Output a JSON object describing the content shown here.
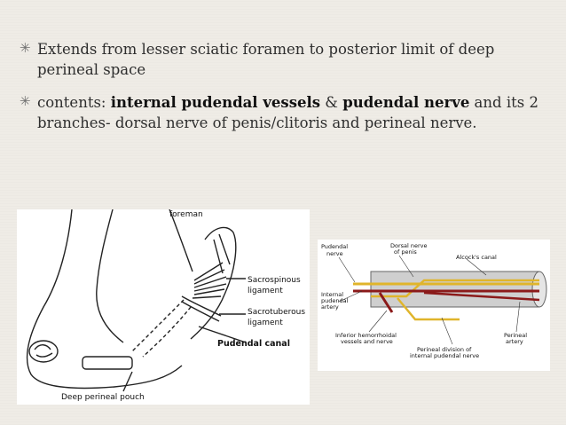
{
  "bullets": [
    {
      "text": "Extends from lesser sciatic foramen to posterior limit of deep perineal space"
    },
    {
      "prefix": "contents: ",
      "bold1": "internal pudendal vessels",
      "amp": " & ",
      "bold2": "pudendal nerve",
      "suffix": " and its 2 branches- dorsal nerve of penis/clitoris and perineal nerve."
    }
  ],
  "figure_left": {
    "labels": {
      "foreman": "foreman",
      "sacrospinous_1": "Sacrospinous",
      "sacrospinous_2": "ligament",
      "sacrotuberous_1": "Sacrotuberous",
      "sacrotuberous_2": "ligament",
      "pudendal_canal": "Pudendal canal",
      "deep_perineal_pouch": "Deep perineal pouch"
    }
  },
  "figure_right": {
    "labels": {
      "pudendal_nerve_1": "Pudendal",
      "pudendal_nerve_2": "nerve",
      "dorsal_nerve_1": "Dorsal nerve",
      "dorsal_nerve_2": "of penis",
      "alcocks_canal": "Alcock's canal",
      "internal_pudendal_1": "Internal",
      "internal_pudendal_2": "pudendal",
      "internal_pudendal_3": "artery",
      "inferior_hemorrhoidal_1": "Inferior hemorrhoidal",
      "inferior_hemorrhoidal_2": "vessels and nerve",
      "perineal_artery_1": "Perineal",
      "perineal_artery_2": "artery",
      "perineal_division_1": "Perineal division of",
      "perineal_division_2": "internal pudendal nerve"
    },
    "colors": {
      "nerve": "#e0b52b",
      "artery": "#8b1a1a",
      "canal": "#c8c8c8"
    }
  }
}
